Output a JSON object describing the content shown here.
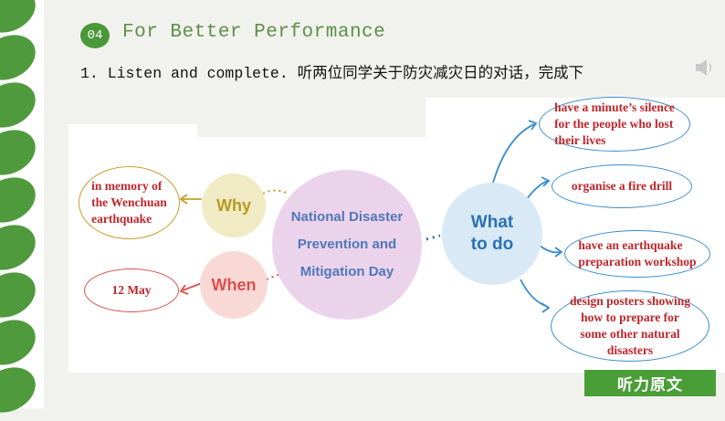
{
  "header": {
    "section_number": "04",
    "section_title": "For Better Performance",
    "instruction": "1.  Listen and complete. 听两位同学关于防灾减灾日的对话，完成下"
  },
  "mindmap": {
    "center": {
      "line1": "National Disaster",
      "line2": "Prevention and",
      "line3": "Mitigation Day"
    },
    "why": {
      "label": "Why",
      "answer_line1": "in memory of",
      "answer_line2": "the Wenchuan",
      "answer_line3": "earthquake"
    },
    "when": {
      "label": "When",
      "answer": "12 May"
    },
    "what_to_do": {
      "label_line1": "What",
      "label_line2": "to do",
      "items": [
        {
          "line1": "have a minute’s silence",
          "line2": "for the people who lost",
          "line3": "their lives"
        },
        {
          "line1": "organise a fire drill"
        },
        {
          "line1": "have an earthquake",
          "line2": "preparation workshop"
        },
        {
          "line1": "design posters showing",
          "line2": "how to prepare for",
          "line3": "some other natural",
          "line4": "disasters"
        }
      ]
    }
  },
  "audio_button": {
    "label": "听力原文"
  },
  "colors": {
    "green": "#4a9e38",
    "answer_red": "#c0262b",
    "what_blue": "#2a72b4",
    "center_purple": "#ecd3ec"
  },
  "icons": [
    "speaker-icon",
    "leaf-decoration"
  ]
}
